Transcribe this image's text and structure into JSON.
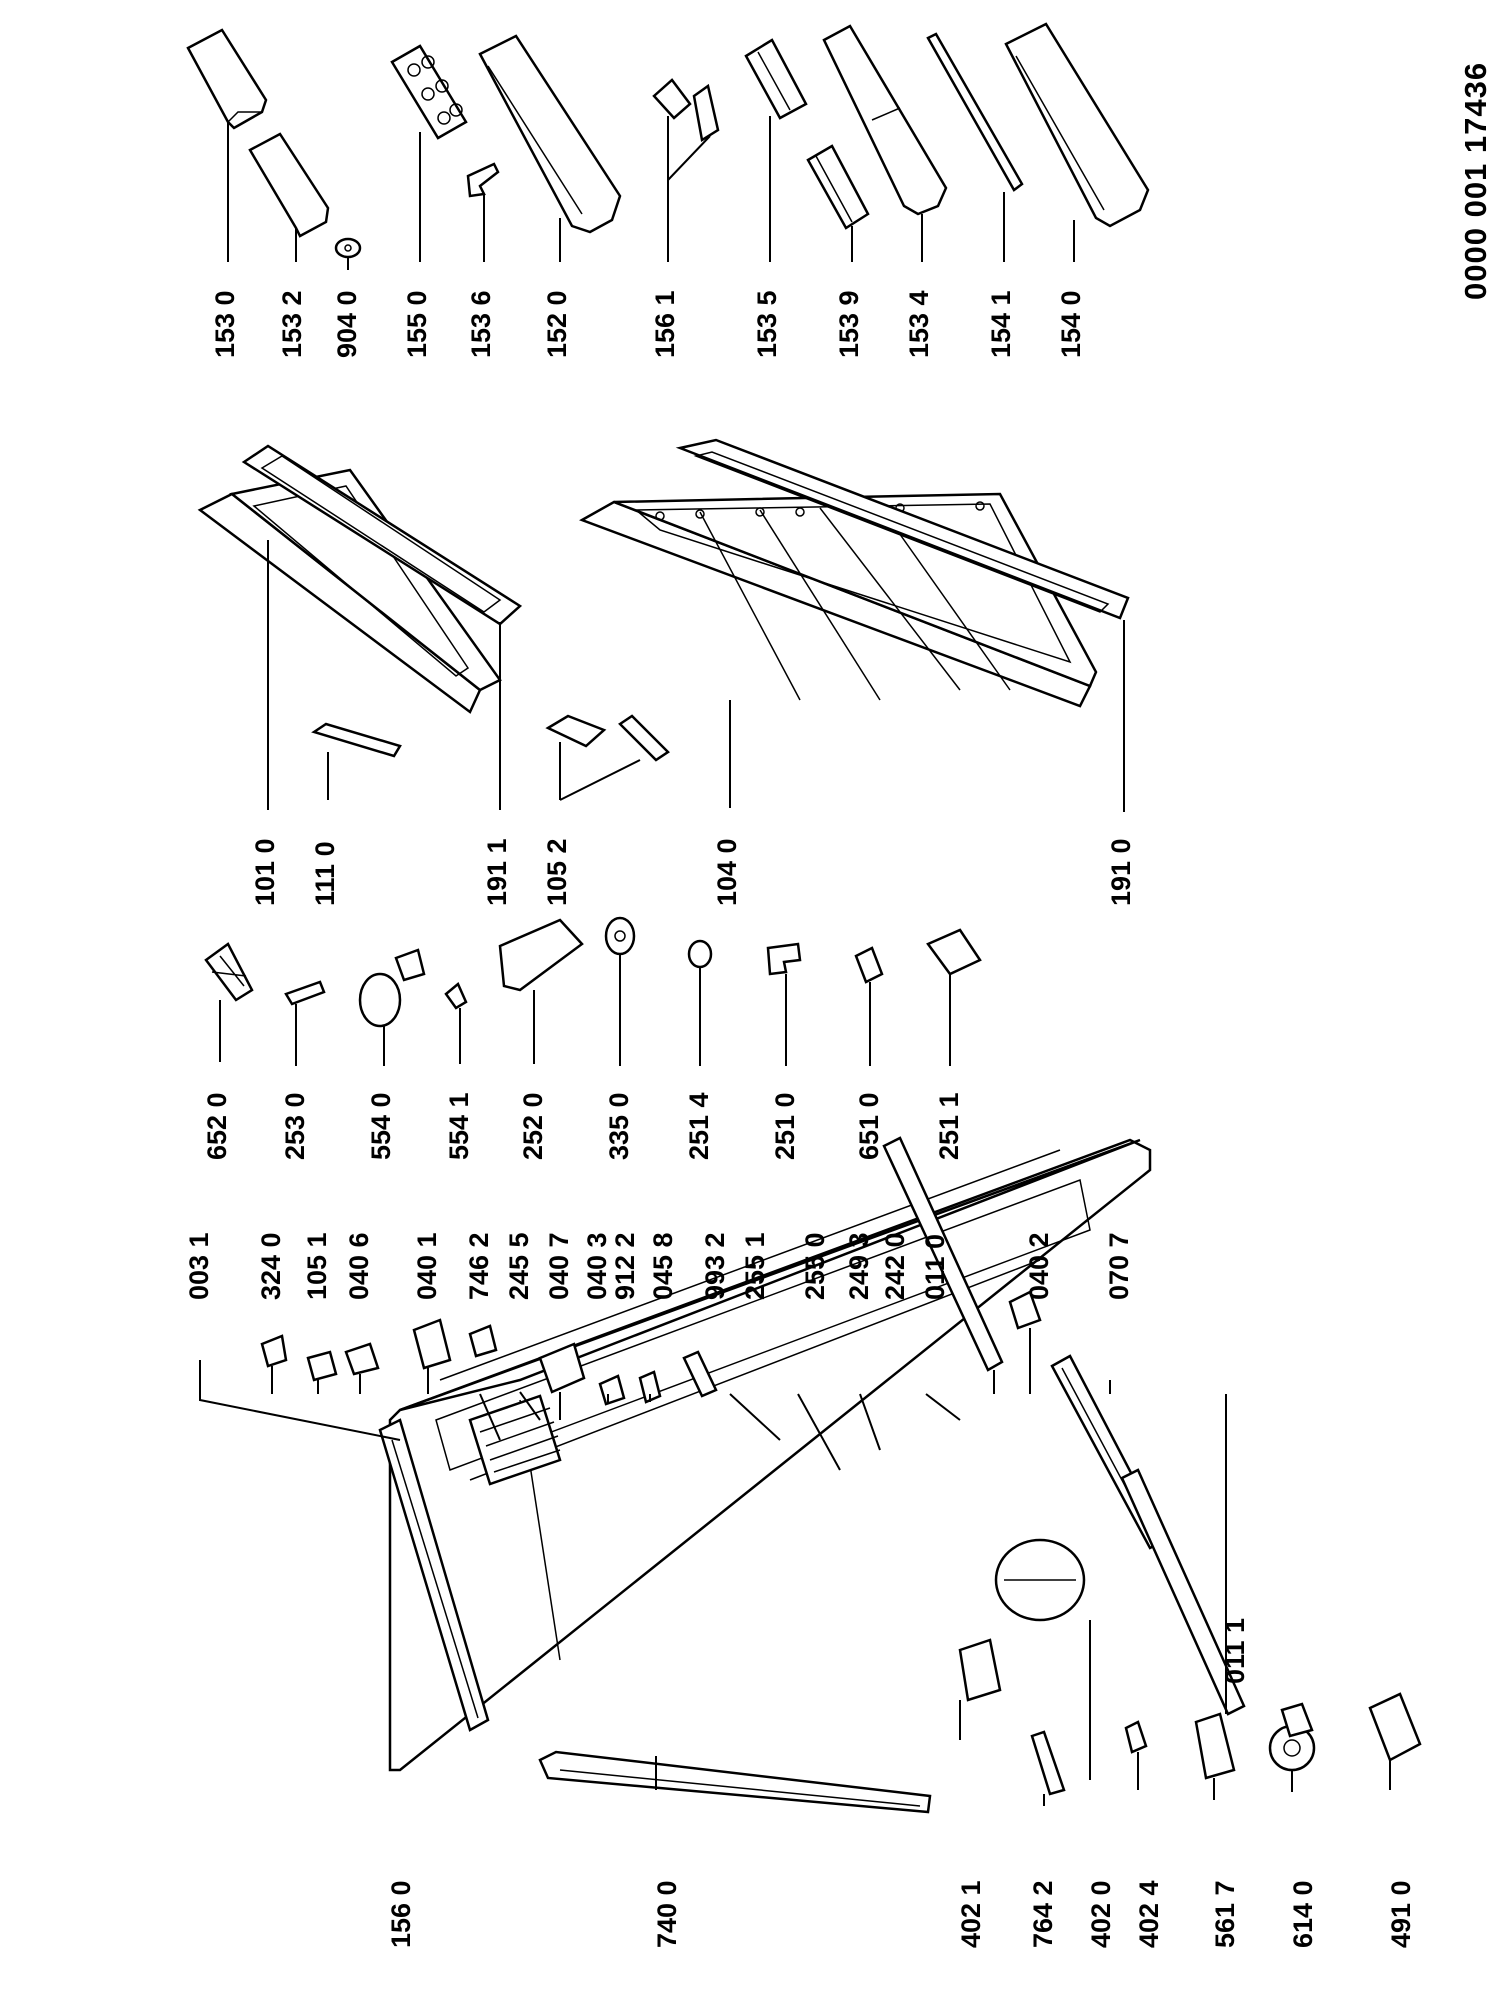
{
  "document_number": "0000 001 17436",
  "parts": [
    {
      "id": "p1530",
      "label": "153 0"
    },
    {
      "id": "p1532",
      "label": "153 2"
    },
    {
      "id": "p9040",
      "label": "904 0"
    },
    {
      "id": "p1550",
      "label": "155 0"
    },
    {
      "id": "p1536",
      "label": "153 6"
    },
    {
      "id": "p1520",
      "label": "152 0"
    },
    {
      "id": "p1561",
      "label": "156 1"
    },
    {
      "id": "p1535",
      "label": "153 5"
    },
    {
      "id": "p1539",
      "label": "153 9"
    },
    {
      "id": "p1534",
      "label": "153 4"
    },
    {
      "id": "p1541",
      "label": "154 1"
    },
    {
      "id": "p1540",
      "label": "154 0"
    },
    {
      "id": "p1010",
      "label": "101 0"
    },
    {
      "id": "p1110",
      "label": "111 0"
    },
    {
      "id": "p1911",
      "label": "191 1"
    },
    {
      "id": "p1052",
      "label": "105 2"
    },
    {
      "id": "p1040",
      "label": "104 0"
    },
    {
      "id": "p1910",
      "label": "191 0"
    },
    {
      "id": "p6520",
      "label": "652 0"
    },
    {
      "id": "p2530",
      "label": "253 0"
    },
    {
      "id": "p5540",
      "label": "554 0"
    },
    {
      "id": "p5541",
      "label": "554 1"
    },
    {
      "id": "p2520",
      "label": "252 0"
    },
    {
      "id": "p3350",
      "label": "335 0"
    },
    {
      "id": "p2514",
      "label": "251 4"
    },
    {
      "id": "p2510",
      "label": "251 0"
    },
    {
      "id": "p6510",
      "label": "651 0"
    },
    {
      "id": "p2511",
      "label": "251 1"
    },
    {
      "id": "p0031",
      "label": "003 1"
    },
    {
      "id": "p3240",
      "label": "324 0"
    },
    {
      "id": "p1051",
      "label": "105 1"
    },
    {
      "id": "p0406",
      "label": "040 6"
    },
    {
      "id": "p0401",
      "label": "040 1"
    },
    {
      "id": "p7462",
      "label": "746 2"
    },
    {
      "id": "p2455",
      "label": "245 5"
    },
    {
      "id": "p0407",
      "label": "040 7"
    },
    {
      "id": "p0403",
      "label": "040 3"
    },
    {
      "id": "p9122",
      "label": "912 2"
    },
    {
      "id": "p0458",
      "label": "045 8"
    },
    {
      "id": "p9932",
      "label": "993 2"
    },
    {
      "id": "p2551",
      "label": "255 1"
    },
    {
      "id": "p2550",
      "label": "255 0"
    },
    {
      "id": "p2493",
      "label": "249 3"
    },
    {
      "id": "p2420",
      "label": "242 0"
    },
    {
      "id": "p0110",
      "label": "011 0"
    },
    {
      "id": "p0402",
      "label": "040 2"
    },
    {
      "id": "p0707",
      "label": "070 7"
    },
    {
      "id": "p0111",
      "label": "011 1"
    },
    {
      "id": "p1560",
      "label": "156 0"
    },
    {
      "id": "p7400",
      "label": "740 0"
    },
    {
      "id": "p4021",
      "label": "402 1"
    },
    {
      "id": "p7642",
      "label": "764 2"
    },
    {
      "id": "p4020",
      "label": "402 0"
    },
    {
      "id": "p4024",
      "label": "402 4"
    },
    {
      "id": "p5617",
      "label": "561 7"
    },
    {
      "id": "p6140",
      "label": "614 0"
    },
    {
      "id": "p4910",
      "label": "491 0"
    }
  ]
}
